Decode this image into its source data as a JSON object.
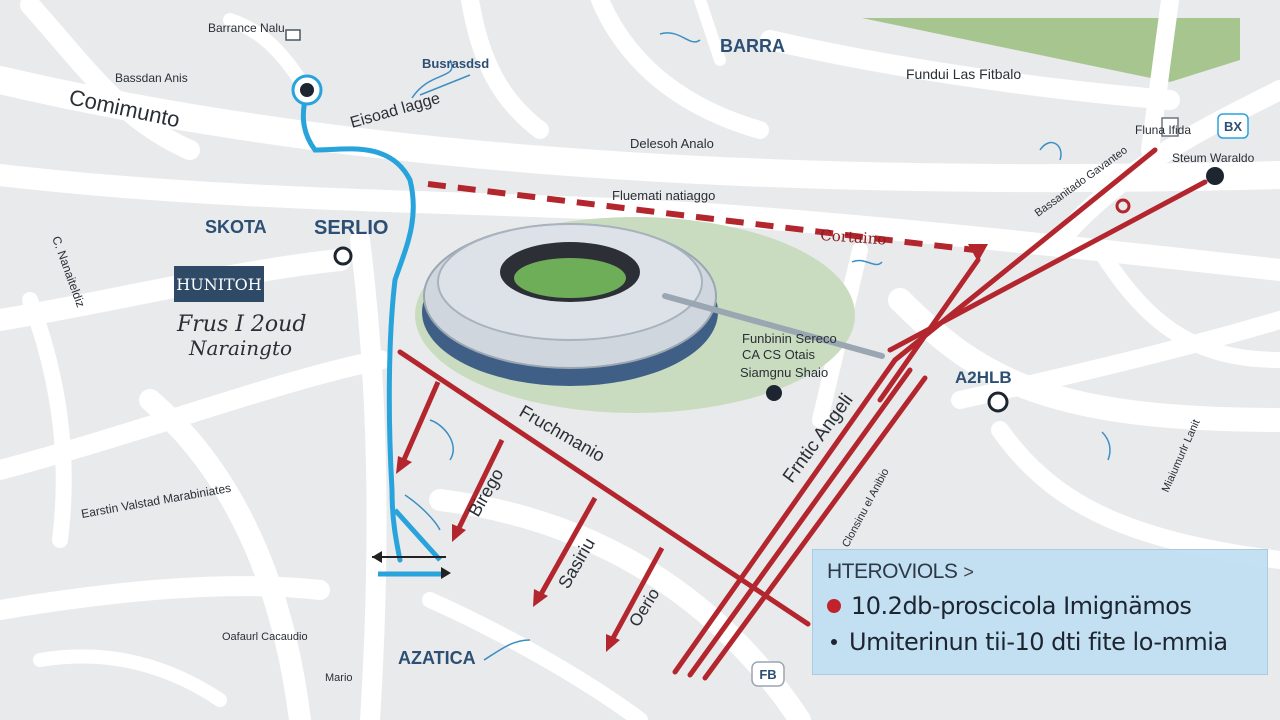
{
  "colors": {
    "background": "#e9eaec",
    "road": "#ffffff",
    "route_blue": "#29a3dc",
    "route_red": "#b3262e",
    "park_green": "#a7c58e",
    "stadium_green": "#c9dcc0"
  },
  "labels": {
    "barrance": "Barrance Nalu",
    "bassdan": "Bassdan Anis",
    "comimunto": "Comimunto",
    "busrasdsd": "Busrasdsd",
    "eisoad": "Eisoad lagge",
    "barra": "BARRA",
    "fundui": "Fundui Las Fitbalo",
    "deleso": "Delesoh Analo",
    "fluemati": "Fluemati natiaggo",
    "cortaino": "Cortaino",
    "skota": "SKOTA",
    "serlio": "SERLIO",
    "left_vertical": "C. Nanaiteldiz",
    "hunitoh": "HUNITOH",
    "frus_line1": "Frus I 2oud",
    "frus_line2": "Naraingto",
    "stadium_line1": "Funbinin Sereco",
    "stadium_line2": "CA CS Otais",
    "stadium_line3": "Siamgnu Shaio",
    "fruchmanio": "Fruchmanio",
    "frntic": "Frntic Angeli",
    "a2hlb": "A2HLB",
    "steum": "Steum Waraldo",
    "fluna": "Fluna Ifida",
    "bassanitado": "Bassanitado Gavanteo",
    "earstin": "Earstin Valstad Marabiniates",
    "birego": "Birego",
    "sasiriu": "Sasiriu",
    "oerio": "Oerio",
    "azatica": "AZATICA",
    "oafaurl": "Oafaurl Cacaudio",
    "mario": "Mario",
    "clonsinu": "Clonsinu el Anibio",
    "right_vertical": "Miaiumurlr Lanit",
    "fb_badge": "FB",
    "bx_badge": "BX"
  },
  "info_panel": {
    "title": "HTEROVIOLS",
    "chevron": ">",
    "row1": "10.2db-proscicola Imignämos",
    "row2": "Umiterinun tii-10 dti fite lo-mmia"
  }
}
